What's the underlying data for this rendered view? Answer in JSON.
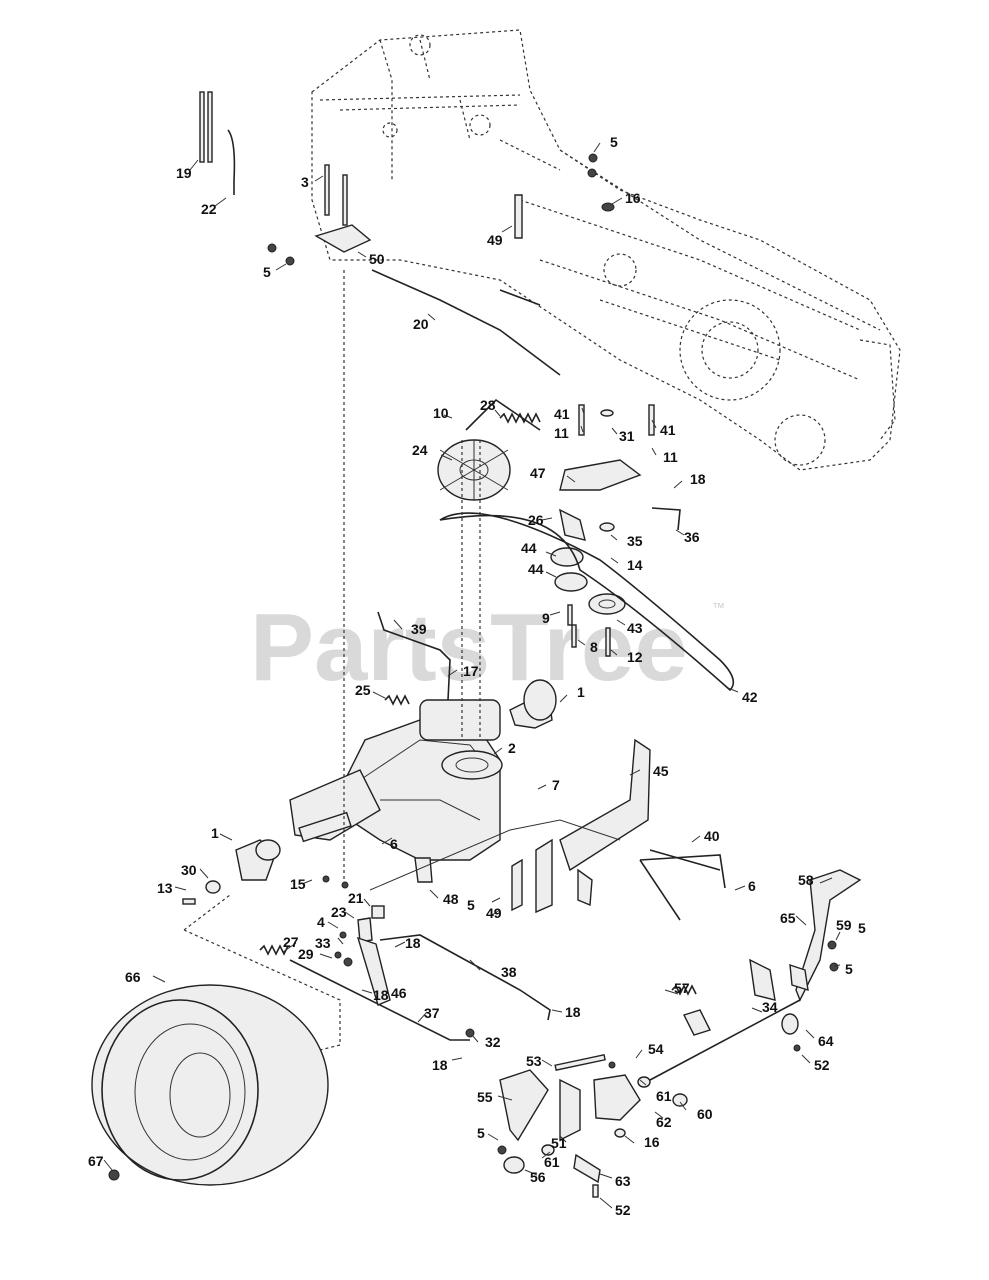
{
  "watermark": "PartsTree",
  "trademark": "™",
  "labels": [
    "19",
    "22",
    "3",
    "5",
    "50",
    "5",
    "16",
    "49",
    "20",
    "10",
    "28",
    "41",
    "11",
    "31",
    "41",
    "11",
    "24",
    "47",
    "18",
    "26",
    "36",
    "35",
    "44",
    "14",
    "44",
    "9",
    "43",
    "39",
    "8",
    "12",
    "17",
    "25",
    "1",
    "42",
    "2",
    "7",
    "45",
    "1",
    "6",
    "40",
    "30",
    "13",
    "15",
    "48",
    "5",
    "49",
    "6",
    "21",
    "23",
    "4",
    "33",
    "27",
    "29",
    "18",
    "46",
    "18",
    "38",
    "66",
    "18",
    "37",
    "32",
    "18",
    "53",
    "57",
    "54",
    "58",
    "65",
    "59",
    "5",
    "5",
    "34",
    "64",
    "52",
    "55",
    "61",
    "62",
    "60",
    "5",
    "51",
    "16",
    "61",
    "56",
    "63",
    "52",
    "67"
  ]
}
